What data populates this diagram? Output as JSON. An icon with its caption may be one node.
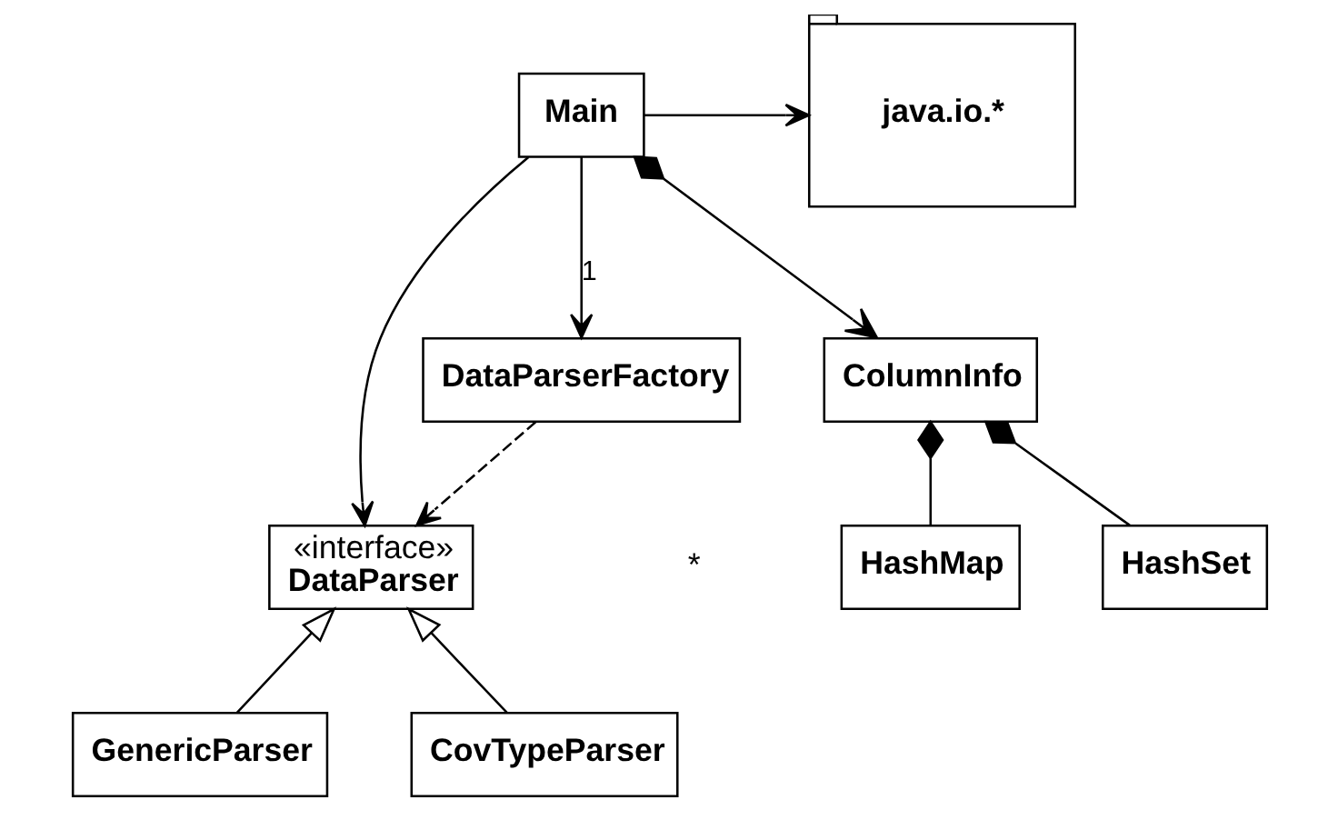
{
  "diagram": {
    "nodes": [
      {
        "text": [
          "Main"
        ]
      },
      {
        "text": [
          "java.io.*"
        ]
      },
      {
        "text": [
          "DataParserFactory"
        ]
      },
      {
        "text": [
          "ColumnInfo"
        ]
      },
      {
        "text": [
          "«interface»",
          "DataParser"
        ]
      },
      {
        "text": [
          "HashMap"
        ]
      },
      {
        "text": [
          "HashSet"
        ]
      },
      {
        "text": [
          "GenericParser"
        ]
      },
      {
        "text": [
          "CovTypeParser"
        ]
      }
    ],
    "edges": [
      {
        "from": 0,
        "to": 1,
        "arrow": "to"
      },
      {
        "from": 0,
        "to": 2,
        "arrow": "to",
        "label": "1"
      },
      {
        "from": 0,
        "to": 3,
        "arrow": "to"
      },
      {
        "from": 0,
        "to": 4,
        "arrow": "to"
      },
      {
        "from": 2,
        "to": 4,
        "arrow": "to",
        "style": "dashed"
      },
      {
        "from": 3,
        "to": 5,
        "arrow": "other"
      },
      {
        "from": 3,
        "to": 6,
        "arrow": "other"
      },
      {
        "from": 7,
        "to": 4,
        "arrow": "to"
      },
      {
        "from": 8,
        "to": 4,
        "arrow": "to"
      }
    ],
    "labels": [
      "*"
    ]
  }
}
